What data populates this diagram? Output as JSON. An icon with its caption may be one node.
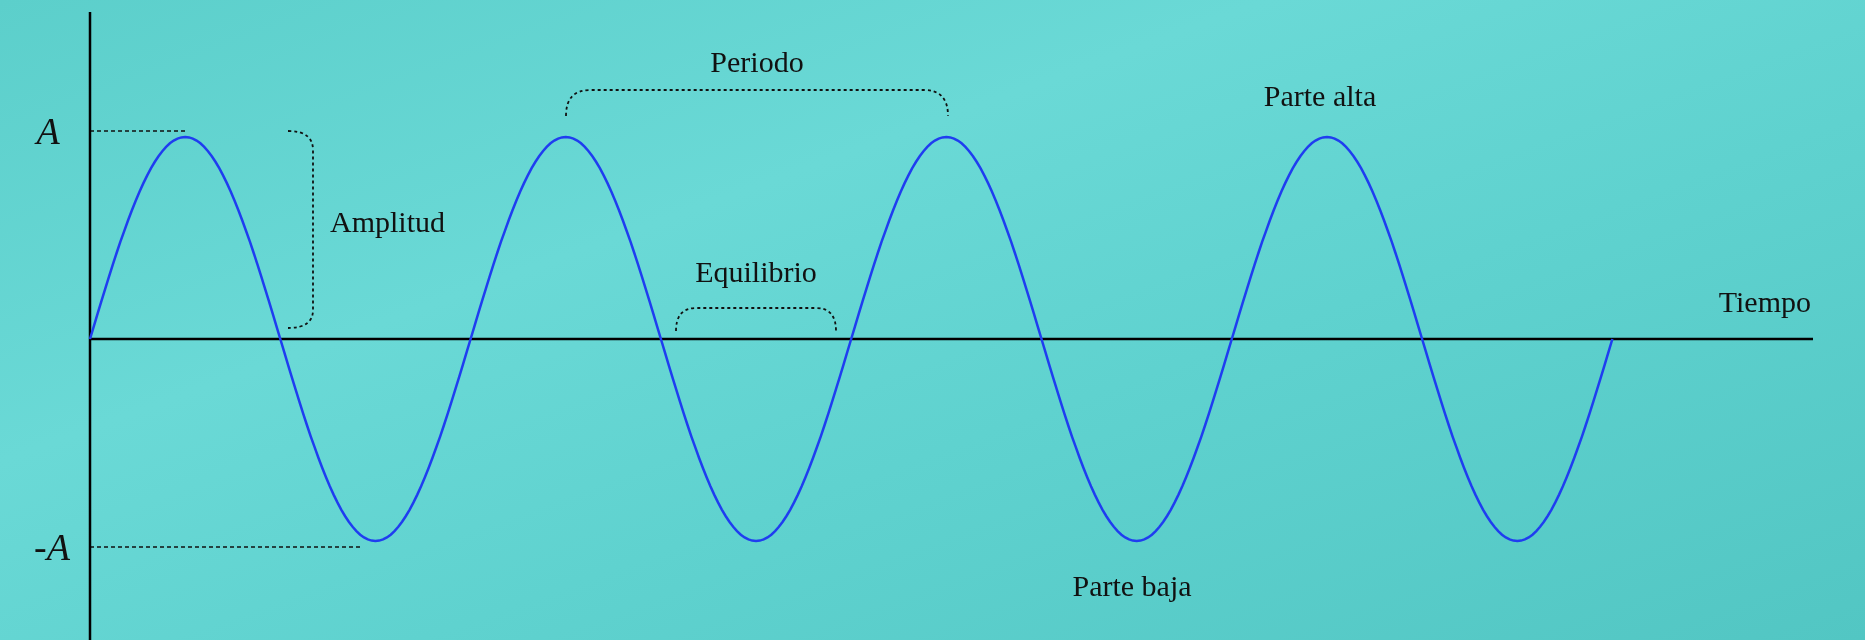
{
  "diagram": {
    "labels": [
      "Periodo",
      "Parte alta",
      "A",
      "Amplitud",
      "Equilibrio",
      "Tiempo",
      "-A",
      "Parte baja"
    ]
  }
}
